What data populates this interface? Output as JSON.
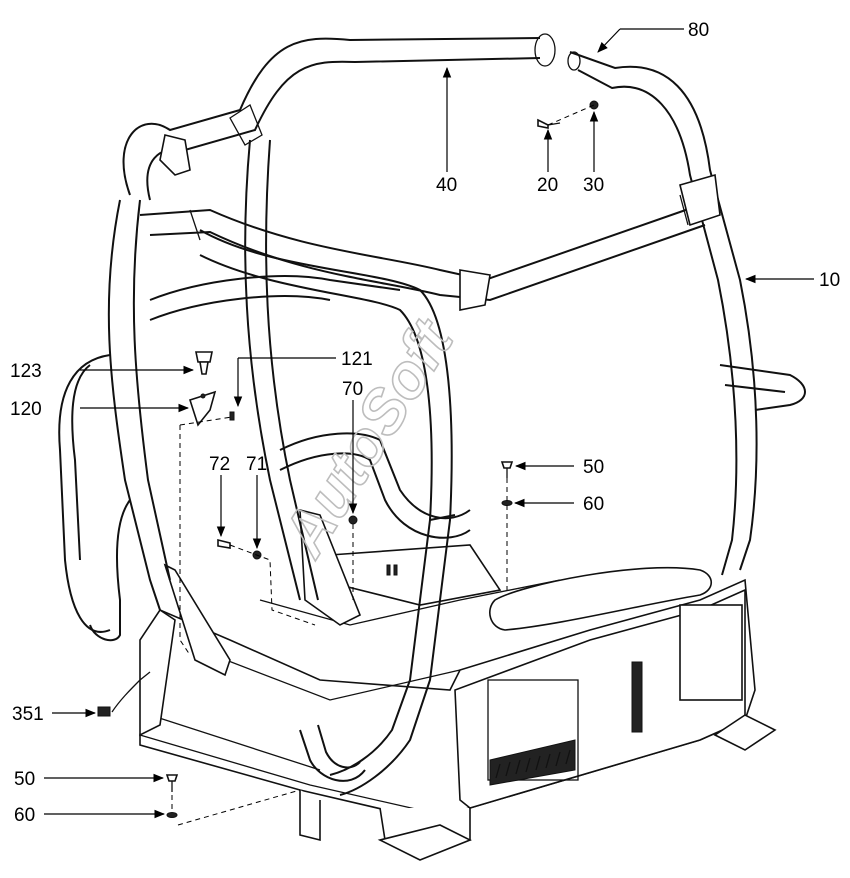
{
  "diagram": {
    "watermark": "AutoSoft",
    "callouts": [
      {
        "id": "c80",
        "label": "80"
      },
      {
        "id": "c40",
        "label": "40"
      },
      {
        "id": "c20",
        "label": "20"
      },
      {
        "id": "c30",
        "label": "30"
      },
      {
        "id": "c10",
        "label": "10"
      },
      {
        "id": "c121",
        "label": "121"
      },
      {
        "id": "c123",
        "label": "123"
      },
      {
        "id": "c120",
        "label": "120"
      },
      {
        "id": "c70",
        "label": "70"
      },
      {
        "id": "c72",
        "label": "72"
      },
      {
        "id": "c71",
        "label": "71"
      },
      {
        "id": "c50a",
        "label": "50"
      },
      {
        "id": "c60a",
        "label": "60"
      },
      {
        "id": "c351",
        "label": "351"
      },
      {
        "id": "c50b",
        "label": "50"
      },
      {
        "id": "c60b",
        "label": "60"
      }
    ]
  }
}
